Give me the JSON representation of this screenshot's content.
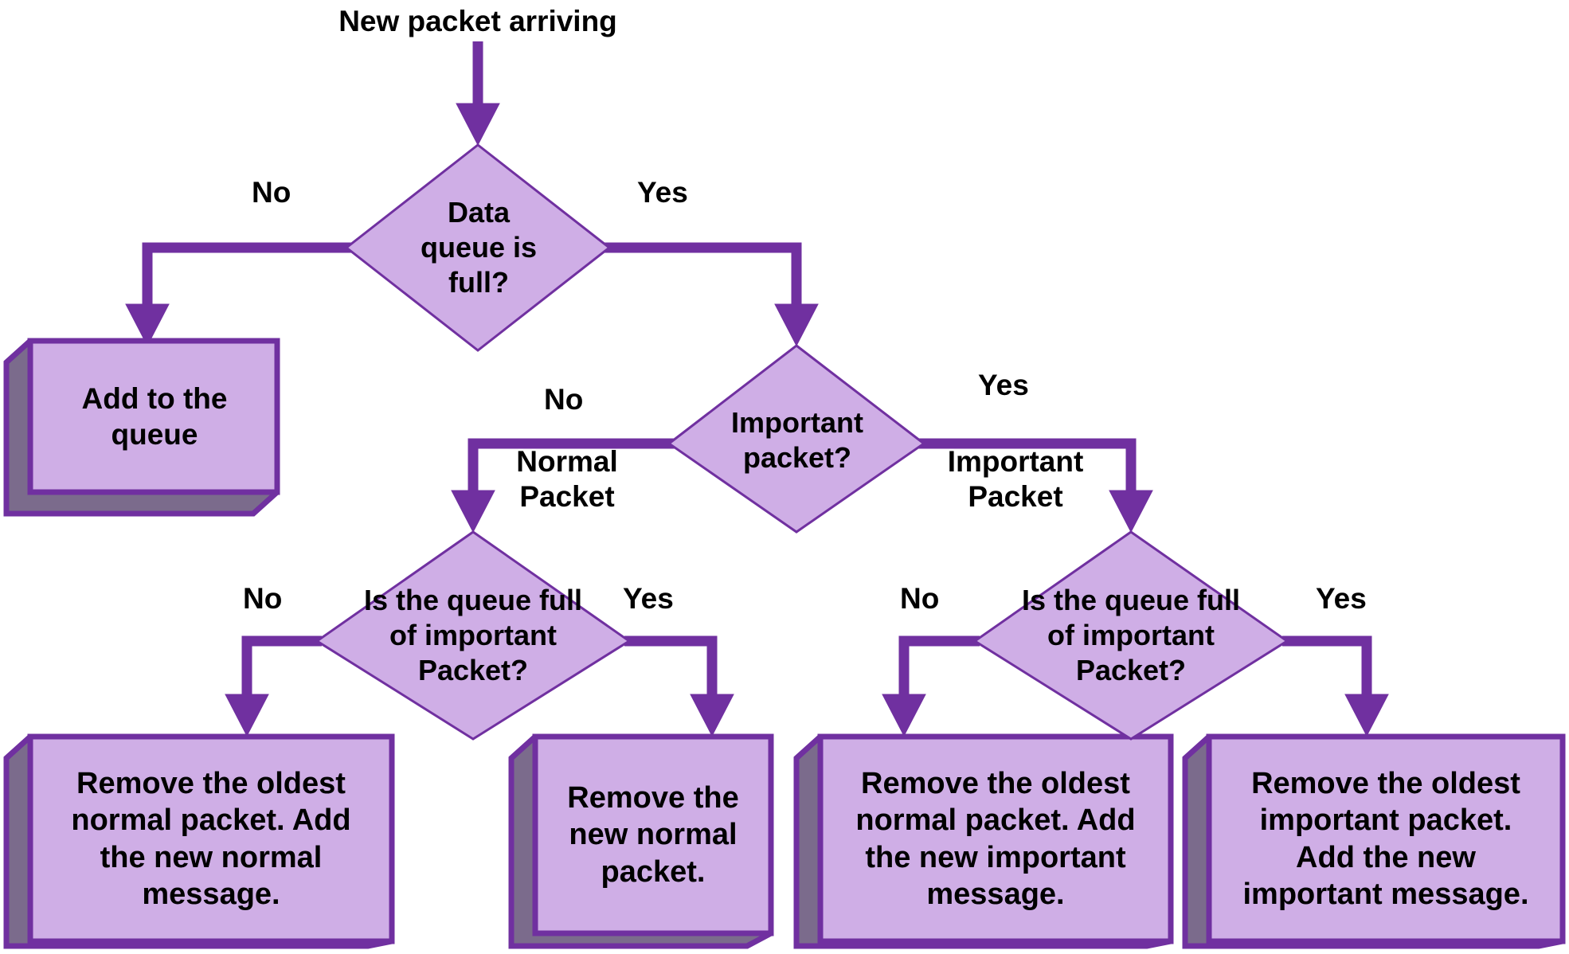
{
  "diagram": {
    "title": "New packet arriving",
    "colors": {
      "shape_fill": "#CFAEE6",
      "shape_stroke": "#7030A0",
      "shadow_dark": "#7B6B8C",
      "arrow": "#7030A0",
      "text": "#000000",
      "background": "#FFFFFF"
    },
    "nodes": [
      {
        "id": "start-label",
        "type": "label",
        "text": "New packet arriving"
      },
      {
        "id": "decision-queue-full",
        "type": "decision",
        "text": "Data\nqueue is\nfull?"
      },
      {
        "id": "process-add-to-queue",
        "type": "process",
        "text": "Add to the\nqueue"
      },
      {
        "id": "decision-important-packet",
        "type": "decision",
        "text": "Important\npacket?"
      },
      {
        "id": "decision-queue-full-important-left",
        "type": "decision",
        "text": "Is the queue full\nof important\nPacket?"
      },
      {
        "id": "decision-queue-full-important-right",
        "type": "decision",
        "text": "Is the queue full\nof important\nPacket?"
      },
      {
        "id": "process-remove-oldest-normal-add-normal",
        "type": "process",
        "text": "Remove the oldest\nnormal packet. Add\nthe new normal\nmessage."
      },
      {
        "id": "process-remove-new-normal",
        "type": "process",
        "text": "Remove the\nnew normal\npacket."
      },
      {
        "id": "process-remove-oldest-normal-add-important",
        "type": "process",
        "text": "Remove the oldest\nnormal packet. Add\nthe new important\nmessage."
      },
      {
        "id": "process-remove-oldest-important-add-important",
        "type": "process",
        "text": "Remove the oldest\nimportant packet.\nAdd the new\nimportant message."
      }
    ],
    "edge_labels": [
      {
        "id": "queue-full-no",
        "text": "No"
      },
      {
        "id": "queue-full-yes",
        "text": "Yes"
      },
      {
        "id": "important-no",
        "text": "No"
      },
      {
        "id": "important-normal-packet",
        "text": "Normal\nPacket"
      },
      {
        "id": "important-yes",
        "text": "Yes"
      },
      {
        "id": "important-important-packet",
        "text": "Important\nPacket"
      },
      {
        "id": "left-queue-full-no",
        "text": "No"
      },
      {
        "id": "left-queue-full-yes",
        "text": "Yes"
      },
      {
        "id": "right-queue-full-no",
        "text": "No"
      },
      {
        "id": "right-queue-full-yes",
        "text": "Yes"
      }
    ]
  }
}
